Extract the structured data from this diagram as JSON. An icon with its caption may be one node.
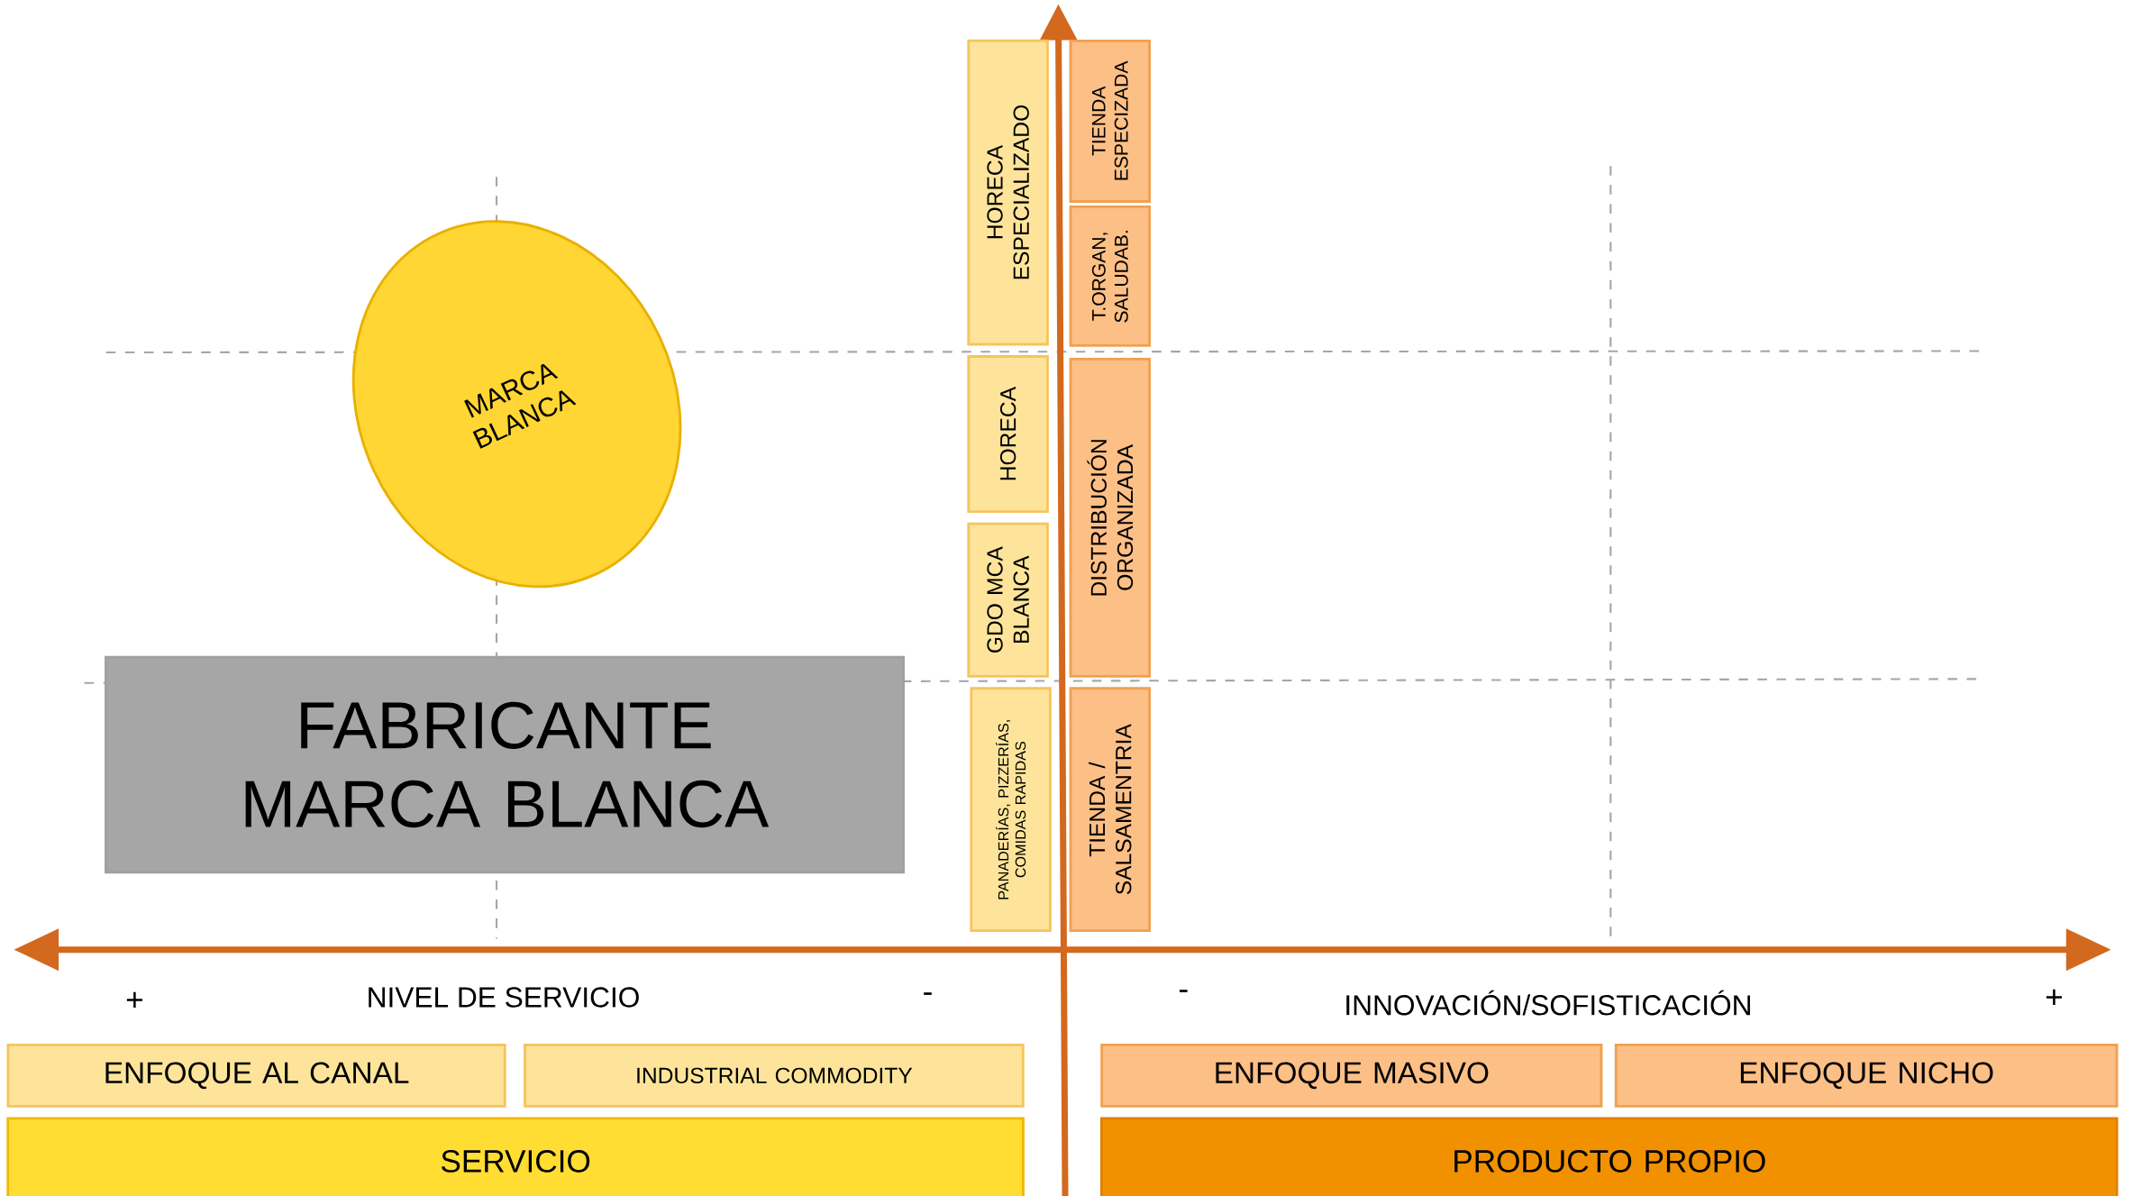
{
  "diagram": {
    "nodes": [
      {
        "text": [
          "HORECA ESPECIALIZADO"
        ]
      },
      {
        "text": [
          "TIENDA ESPECIZADA"
        ]
      },
      {
        "text": [
          "T.ORGAN, SALUDAB."
        ]
      },
      {
        "text": [
          "MARCA BLANCA"
        ]
      },
      {
        "text": [
          "HORECA"
        ]
      },
      {
        "text": [
          "DISTRIBUCIÓN ORGANIZADA"
        ]
      },
      {
        "text": [
          "GDO MCA BLANCA"
        ]
      },
      {
        "text": [
          "FABRICANTE MARCA BLANCA"
        ]
      },
      {
        "text": [
          "PANADERÍAS, PIZZERÍAS, COMIDAS RAPIDAS"
        ]
      },
      {
        "text": [
          "TIENDA / SALSAMENTRIA"
        ]
      },
      {
        "text": [
          "ENFOQUE AL CANAL"
        ]
      },
      {
        "text": [
          "INDUSTRIAL COMMODITY"
        ]
      },
      {
        "text": [
          "ENFOQUE MASIVO"
        ]
      },
      {
        "text": [
          "ENFOQUE NICHO"
        ]
      },
      {
        "text": [
          "SERVICIO"
        ]
      },
      {
        "text": [
          "PRODUCTO PROPIO"
        ]
      }
    ],
    "labels": [
      "+",
      "NIVEL DE SERVICIO",
      "-",
      "-",
      "INNOVACIÓN/SOFISTICACIÓN",
      "+"
    ]
  }
}
